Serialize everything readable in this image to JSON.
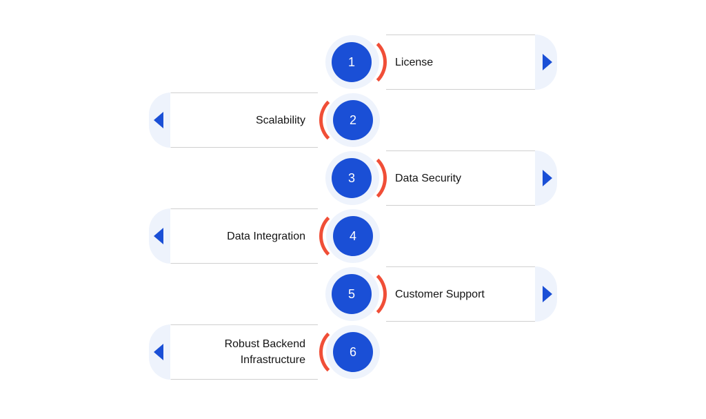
{
  "colors": {
    "circle": "#1a4fd6",
    "halo": "#eef3fc",
    "arc": "#f04e37",
    "arrow": "#1a4fd6",
    "text": "#141414"
  },
  "steps": [
    {
      "number": "1",
      "label": "License",
      "side": "right"
    },
    {
      "number": "2",
      "label": "Scalability",
      "side": "left"
    },
    {
      "number": "3",
      "label": "Data Security",
      "side": "right"
    },
    {
      "number": "4",
      "label": "Data Integration",
      "side": "left"
    },
    {
      "number": "5",
      "label": "Customer Support",
      "side": "right"
    },
    {
      "number": "6",
      "label": "Robust Backend\nInfrastructure",
      "side": "left"
    }
  ]
}
